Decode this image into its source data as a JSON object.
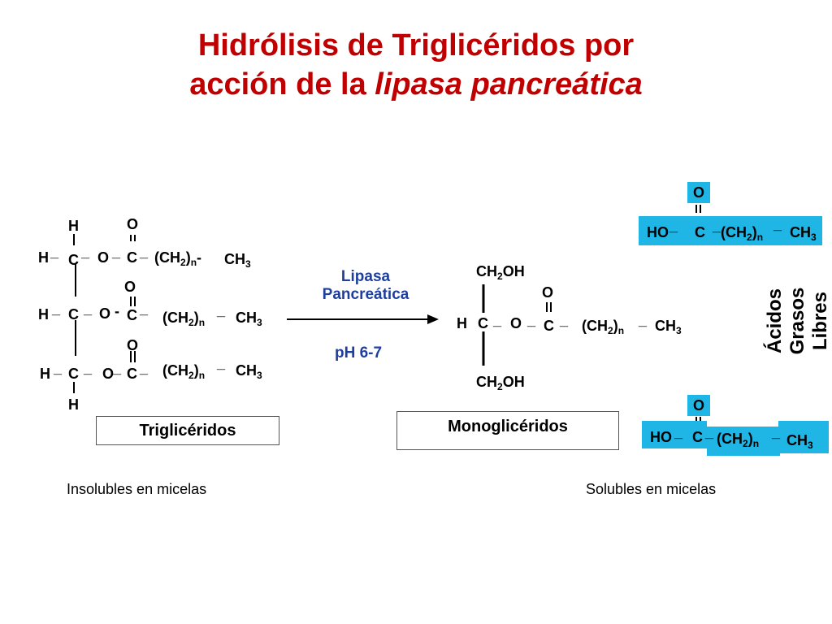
{
  "title": {
    "line1": "Hidrólisis de Triglicéridos por",
    "line2_prefix": "acción de la ",
    "line2_italic": "lipasa pancreática"
  },
  "triglyceride": {
    "h": "H",
    "c": "C",
    "o": "O",
    "ch2": "(CH",
    "two": "2",
    "paren_n": ")",
    "n": "n",
    "ch": "CH",
    "three": "3",
    "label": "Triglicéridos"
  },
  "reaction": {
    "enzyme_line1": "Lipasa",
    "enzyme_line2": "Pancreática",
    "ph": "pH 6-7"
  },
  "monoglyceride": {
    "ch2oh": "CH",
    "two": "2",
    "oh": "OH",
    "label": "Monoglicéridos"
  },
  "fatty_acids": {
    "ho": "HO",
    "label_line1": "Ácidos",
    "label_line2": "Grasos Libres"
  },
  "footer": {
    "left": "Insolubles en micelas",
    "right": "Solubles en micelas"
  },
  "colors": {
    "title": "#c00000",
    "enzyme": "#1f3f9f",
    "highlight": "#1fb6e6"
  }
}
